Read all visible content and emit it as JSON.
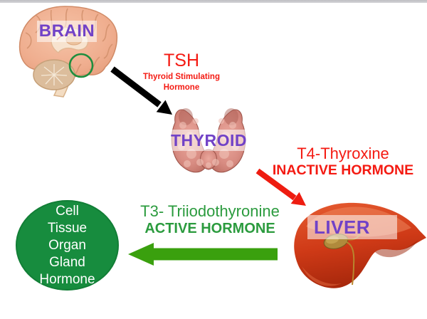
{
  "organs": {
    "brain_label": "BRAIN",
    "thyroid_label": "THYROID",
    "liver_label": "LIVER"
  },
  "tsh": {
    "title": "TSH",
    "subtitle": "Thyroid Stimulating Hormone"
  },
  "t4": {
    "name": "T4-Thyroxine",
    "status": "INACTIVE HORMONE"
  },
  "t3": {
    "name": "T3- Triiodothyronine",
    "status": "ACTIVE HORMONE"
  },
  "targets": {
    "lines": [
      "Cell",
      "Tissue",
      "Organ",
      "Gland",
      "Hormone"
    ]
  },
  "colors": {
    "label_purple": "#7142c7",
    "hormone_red": "#f41a12",
    "text_green": "#2b9b3e",
    "arrow_green": "#3aa00e",
    "ellipse_green": "#178c3e",
    "annotation_circle_green": "#1e8e3e",
    "arrow_black": "#000000"
  }
}
